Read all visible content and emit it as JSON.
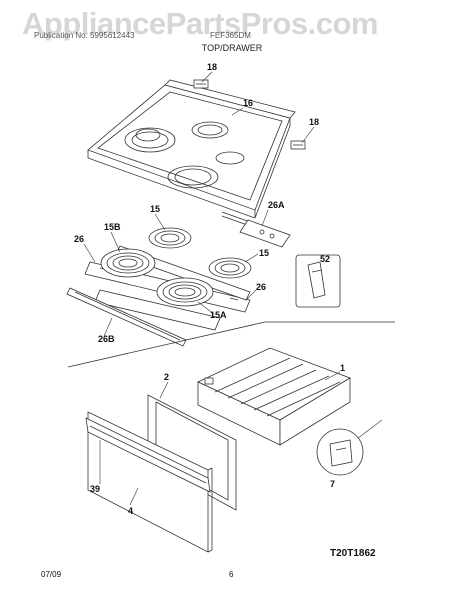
{
  "header": {
    "watermark": "AppliancePartsPros.com",
    "publication_label": "Publication No: 5995612443",
    "model_label": "FEF365DM",
    "section_title": "TOP/DRAWER"
  },
  "callouts": {
    "c18a": "18",
    "c16": "16",
    "c18b": "18",
    "c15a": "15",
    "c26a": "26A",
    "c15b": "15B",
    "c26_left": "26",
    "c15_right": "15",
    "c52": "52",
    "c26_right": "26",
    "c15a_bottom": "15A",
    "c26b": "26B",
    "c1": "1",
    "c2": "2",
    "c39": "39",
    "c4": "4",
    "c7": "7"
  },
  "figure_id": "T20T1862",
  "footer": {
    "date": "07/09",
    "page_number": "6"
  }
}
